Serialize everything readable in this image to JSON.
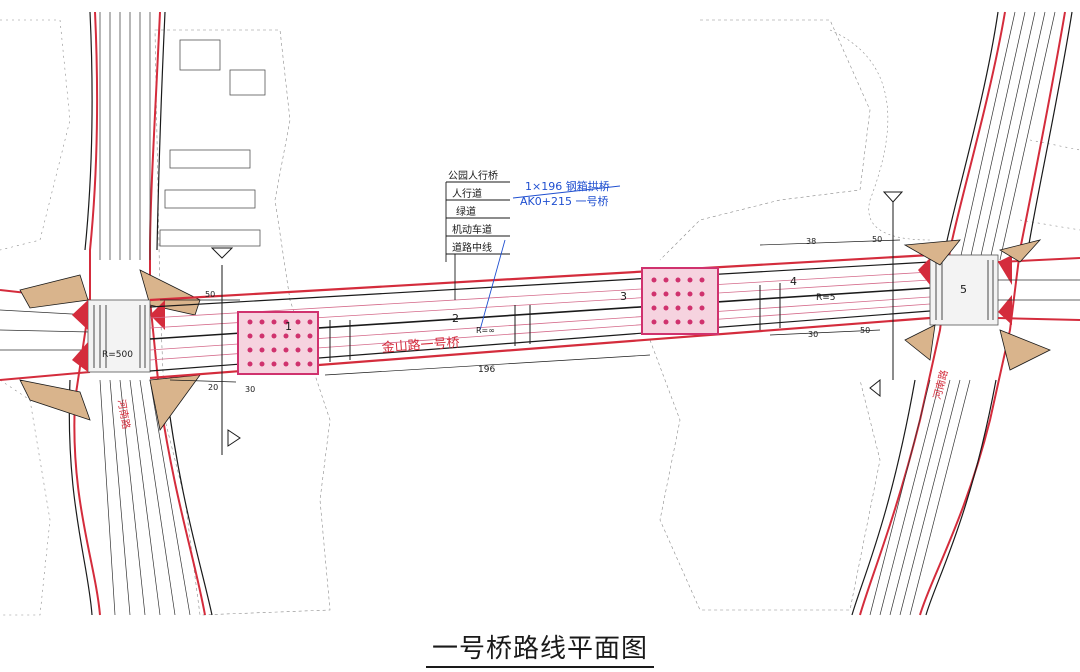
{
  "caption": "一号桥路线平面图",
  "callout": {
    "labels": [
      "公园人行桥",
      "人行道",
      "绿道",
      "机动车道",
      "道路中线"
    ]
  },
  "bridge_note": {
    "line1": "1×196  钢箱拱桥",
    "line2": "AK0+215  一号桥"
  },
  "road_name": "金山路一号桥",
  "dimensions": {
    "total_span": "196",
    "left_width": "50",
    "left_low": "30",
    "left_low2": "20",
    "right_top": "38",
    "right_top2": "50",
    "right_low": "30",
    "right_low2": "50"
  },
  "radius_labels": {
    "left": "R=500",
    "right": "R=5",
    "mid": "R=∞"
  },
  "station_numbers": [
    "1",
    "2",
    "3",
    "4",
    "5"
  ],
  "side_road_labels": {
    "left": "河南路",
    "right": "河南路"
  },
  "colors": {
    "road_red": "#d42c3c",
    "pier_magenta": "#d0326e",
    "note_blue": "#1f4fd0",
    "sidewalk_tan": "#d9b48c",
    "line_dark": "#1a1a1a"
  }
}
